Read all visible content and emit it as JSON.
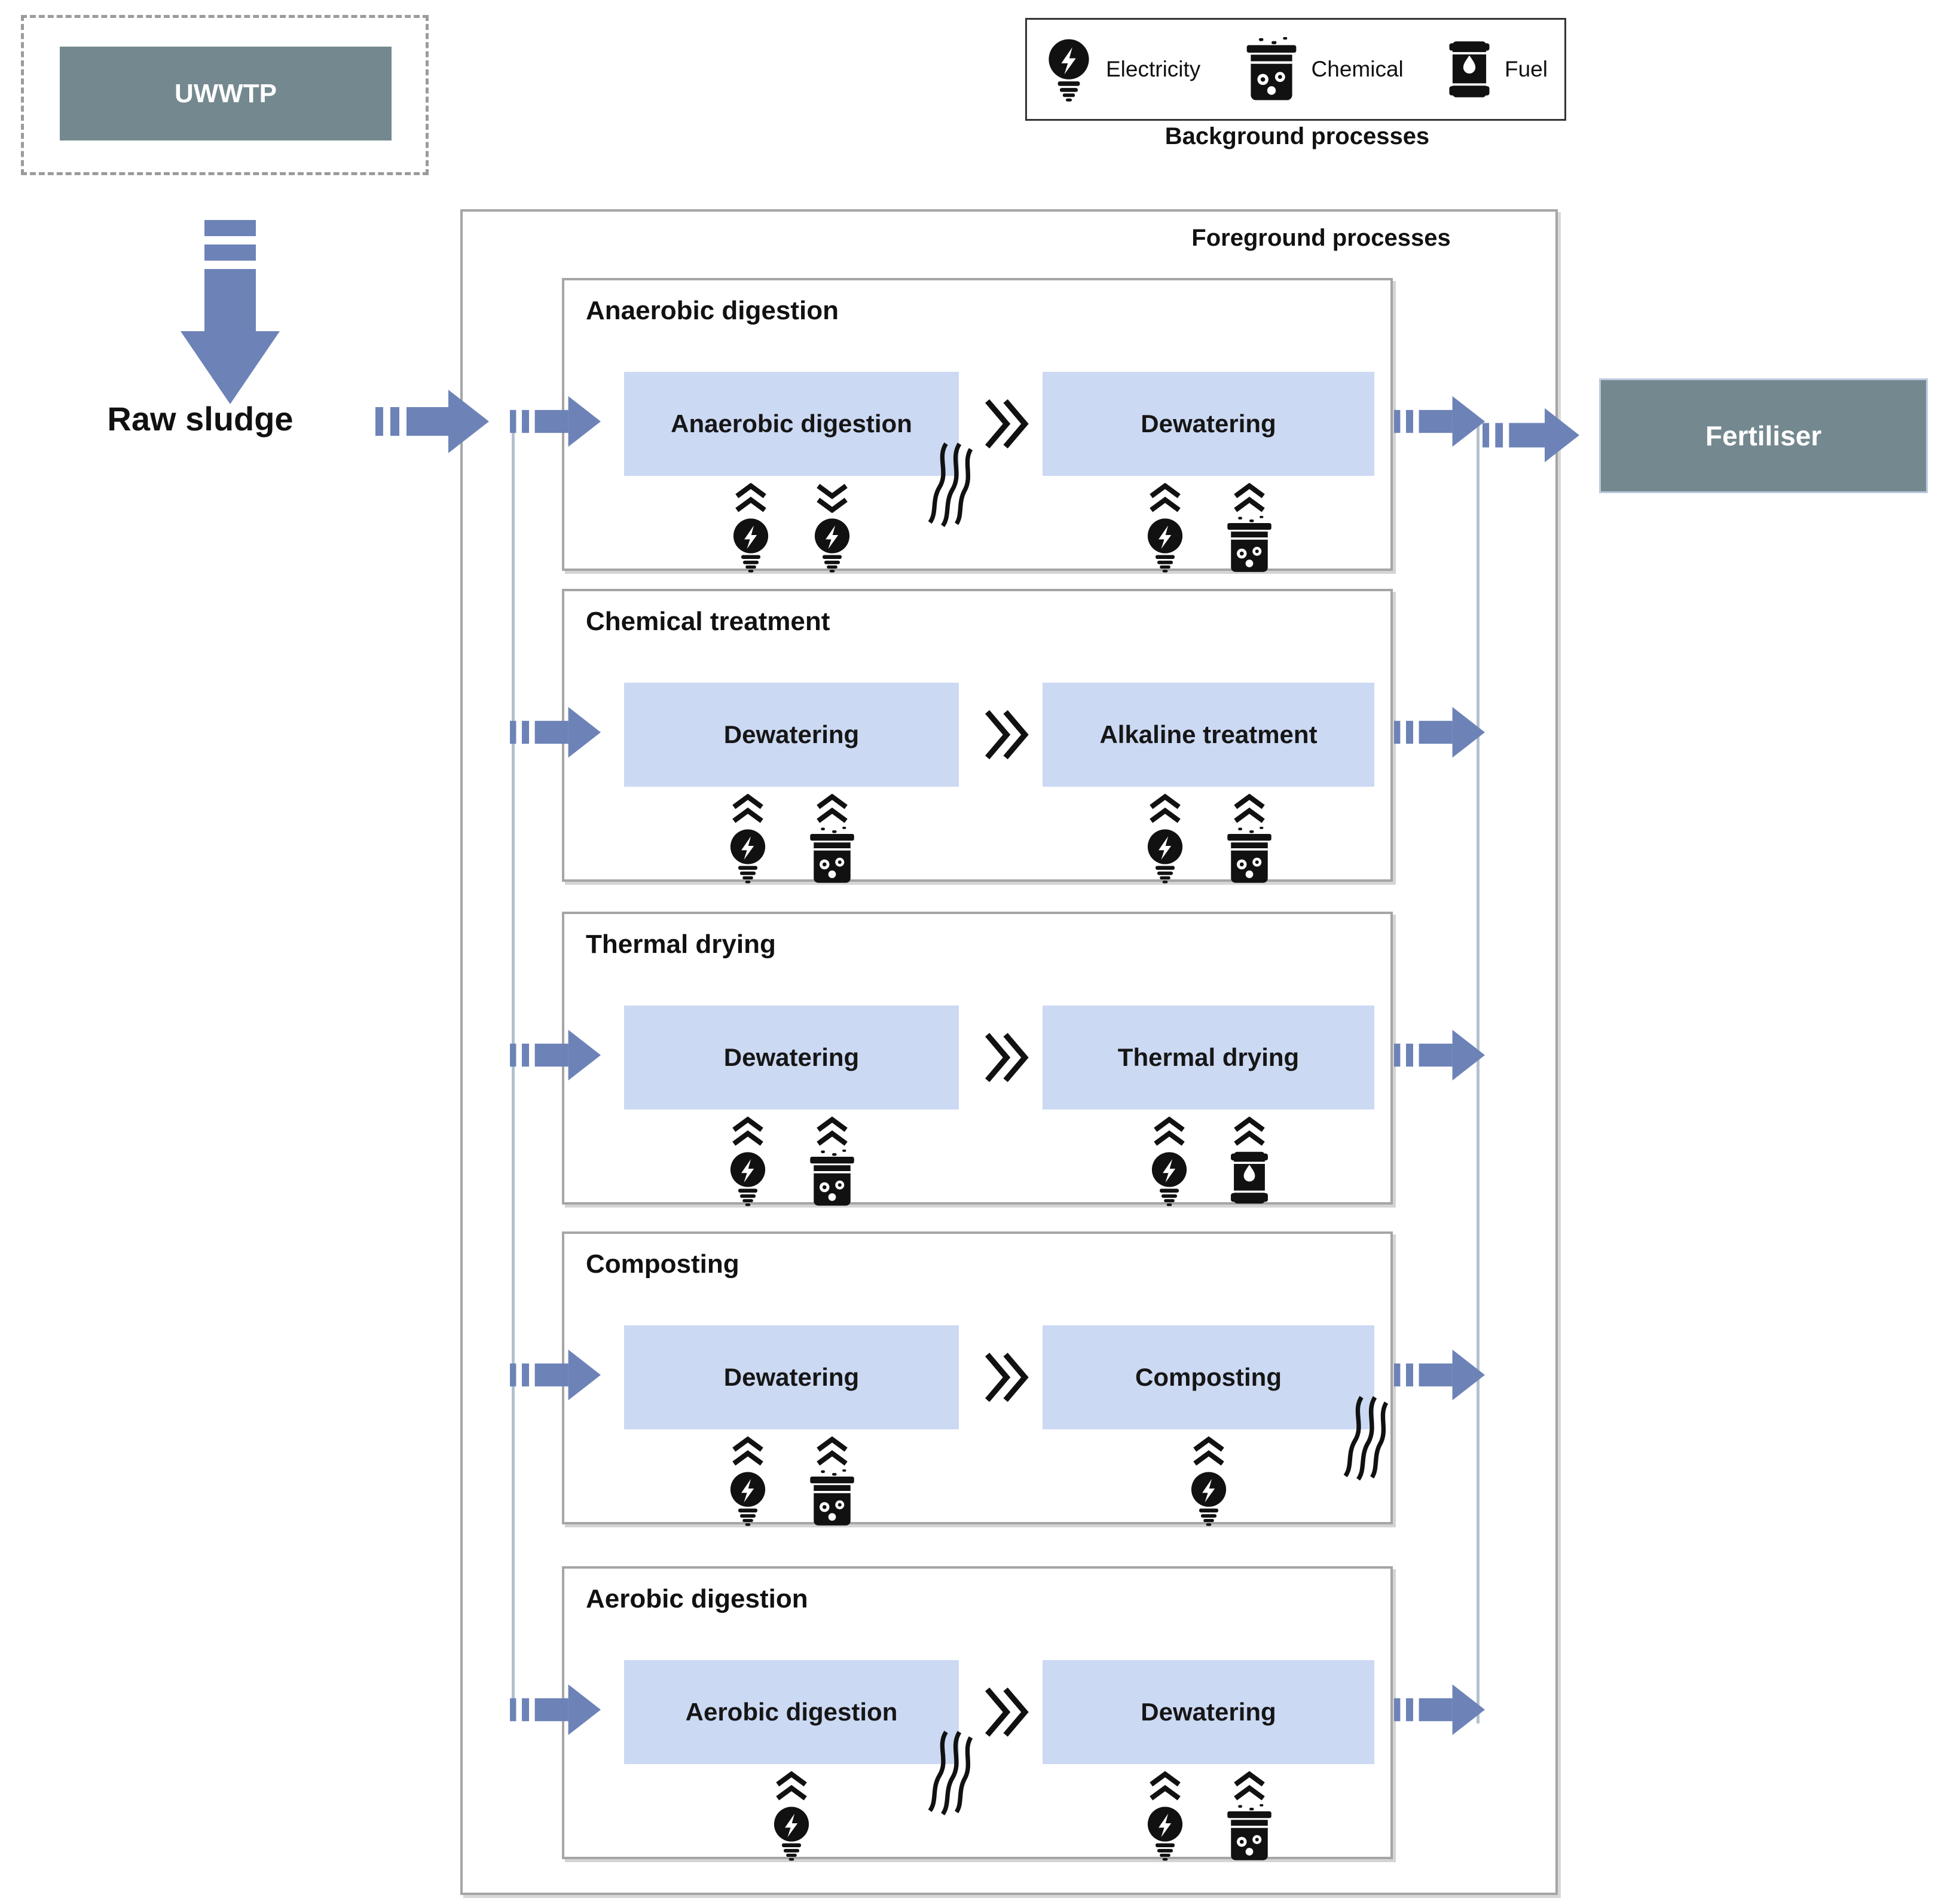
{
  "diagram": {
    "source": {
      "label": "UWWTP"
    },
    "feed_label": "Raw sludge",
    "product": {
      "label": "Fertiliser"
    },
    "legend": {
      "caption": "Background processes",
      "items": [
        {
          "icon": "electricity-icon",
          "label": "Electricity"
        },
        {
          "icon": "chemical-icon",
          "label": "Chemical"
        },
        {
          "icon": "fuel-icon",
          "label": "Fuel"
        }
      ]
    },
    "foreground": {
      "caption": "Foreground processes",
      "groups": [
        {
          "title": "Anaerobic digestion",
          "steps": [
            {
              "label": "Anaerobic digestion",
              "inputs": [
                "electricity-in",
                "electricity-out"
              ],
              "heat": true
            },
            {
              "label": "Dewatering",
              "inputs": [
                "electricity-in",
                "chemical-in"
              ],
              "heat": false
            }
          ]
        },
        {
          "title": "Chemical treatment",
          "steps": [
            {
              "label": "Dewatering",
              "inputs": [
                "electricity-in",
                "chemical-in"
              ],
              "heat": false
            },
            {
              "label": "Alkaline treatment",
              "inputs": [
                "electricity-in",
                "chemical-in"
              ],
              "heat": false
            }
          ]
        },
        {
          "title": "Thermal drying",
          "steps": [
            {
              "label": "Dewatering",
              "inputs": [
                "electricity-in",
                "chemical-in"
              ],
              "heat": false
            },
            {
              "label": "Thermal drying",
              "inputs": [
                "electricity-in",
                "fuel-in"
              ],
              "heat": false
            }
          ]
        },
        {
          "title": "Composting",
          "steps": [
            {
              "label": "Dewatering",
              "inputs": [
                "electricity-in",
                "chemical-in"
              ],
              "heat": false
            },
            {
              "label": "Composting",
              "inputs": [
                "electricity-in"
              ],
              "heat": true
            }
          ]
        },
        {
          "title": "Aerobic digestion",
          "steps": [
            {
              "label": "Aerobic digestion",
              "inputs": [
                "electricity-in"
              ],
              "heat": true
            },
            {
              "label": "Dewatering",
              "inputs": [
                "electricity-in",
                "chemical-in"
              ],
              "heat": false
            }
          ]
        }
      ]
    },
    "colors": {
      "arrow": "#6d83b7",
      "process_box": "#ccd9f3",
      "terminal_box": "#74898f",
      "collector": "#b3c1ce"
    }
  }
}
